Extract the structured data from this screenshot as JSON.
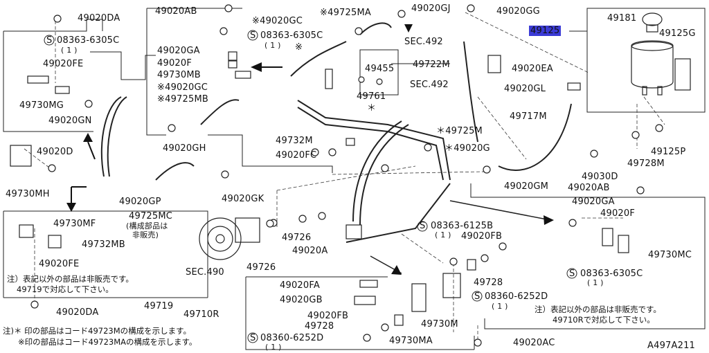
{
  "colors": {
    "line": "#222222",
    "dashed": "#333333",
    "highlight": "#3b3bd6"
  },
  "diagram_id": "A497A211",
  "labels": {
    "l49020DA_top": "49020DA",
    "l08363_6305C_left": "08363-6305C",
    "l08363_6305C_left_qty": "( 1 )",
    "l49020FE_top": "49020FE",
    "l49730MG": "49730MG",
    "l49020GN": "49020GN",
    "l49020D": "49020D",
    "l49730MH": "49730MH",
    "l49020AB_top": "49020AB",
    "l49020GC_mark": "※49020GC",
    "l49725MA": "※49725MA",
    "l49020GJ": "49020GJ",
    "l49020GG": "49020GG",
    "l08363_6305C_mid": "08363-6305C",
    "l08363_6305C_mid_qty": "( 1 )",
    "l49020GA_mid": "49020GA",
    "l49020F_mid": "49020F",
    "l49730MB": "49730MB",
    "l49020GC_b": "※49020GC",
    "l49725MB": "※49725MB",
    "l_star": "※",
    "lSEC492_a": "SEC.492",
    "l49455": "49455",
    "l49722M": "49722M",
    "lSEC492_b": "SEC.492",
    "l49761": "49761",
    "l_star2": "＊",
    "l49020EA": "49020EA",
    "l49020GL": "49020GL",
    "l49717M": "49717M",
    "l49725M": "＊49725M",
    "l49020G": "＊49020G",
    "l49020GH": "49020GH",
    "l49732M": "49732M",
    "l49020FC": "49020FC",
    "l49020GP": "49020GP",
    "l49020GK": "49020GK",
    "l49725MC": "49725MC",
    "l49725MC_note1": "(構成部品は",
    "l49725MC_note2": "非販売)",
    "l49730MF": "49730MF",
    "l49732MB": "49732MB",
    "l49020FE_low": "49020FE",
    "lSEC490": "SEC.490",
    "l49726_a": "49726",
    "l49020A": "49020A",
    "l49726_b": "49726",
    "l08363_6125B": "08363-6125B",
    "l08363_6125B_qty": "( 1 )",
    "l49020FB_a": "49020FB",
    "l49728_a": "49728",
    "l08360_6252D_a": "08360-6252D",
    "l08360_6252D_a_qty": "( 1 )",
    "l49020FA": "49020FA",
    "l49020GB": "49020GB",
    "l49020FB_b": "49020FB",
    "l49728_b": "49728",
    "l49730M": "49730M",
    "l08360_6252D_b": "08360-6252D",
    "l08360_6252D_b_qty": "( 1 )",
    "l49730MA": "49730MA",
    "l49020AC": "49020AC",
    "l49719": "49719",
    "l49710R": "49710R",
    "l49020DA_bot": "49020DA",
    "l49181": "49181",
    "l49125": "49125",
    "l49125G": "49125G",
    "l49125P": "49125P",
    "l49728M": "49728M",
    "l49030D": "49030D",
    "l49020AB_right": "49020AB",
    "l49020GM": "49020GM",
    "l49020GA_right": "49020GA",
    "l49020F_right": "49020F",
    "l49730MC": "49730MC",
    "l08363_6305C_right": "08363-6305C",
    "l08363_6305C_right_qty": "( 1 )"
  },
  "notes": {
    "left_note_1": "注）表記以外の部品は非販売です。",
    "left_note_2": "49719で対応して下さい。",
    "right_note_1": "注）表記以外の部品は非販売です。",
    "right_note_2": "49710Rで対応して下さい。",
    "foot_note_1": "注)＊ 印の部品はコード49723Mの構成を示します。",
    "foot_note_2": "※印の部品はコード49723MAの構成を示します。"
  }
}
